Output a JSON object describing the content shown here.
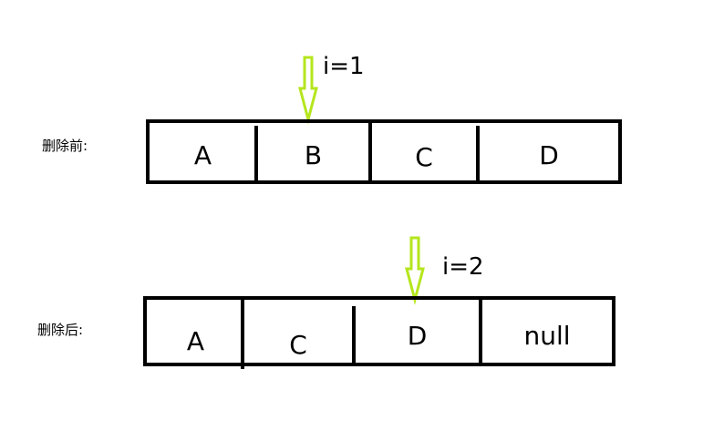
{
  "before": {
    "label": "删除前:",
    "cells": [
      "A",
      "B",
      "C",
      "D"
    ],
    "pointer_label": "i=1"
  },
  "after": {
    "label": "删除后:",
    "cells": [
      "A",
      "C",
      "D",
      "null"
    ],
    "pointer_label": "i=2"
  },
  "colors": {
    "pointer": "#b5e61d",
    "outline": "#000000",
    "background": "#ffffff"
  },
  "icons": {
    "pointer": "down-arrow-icon"
  }
}
